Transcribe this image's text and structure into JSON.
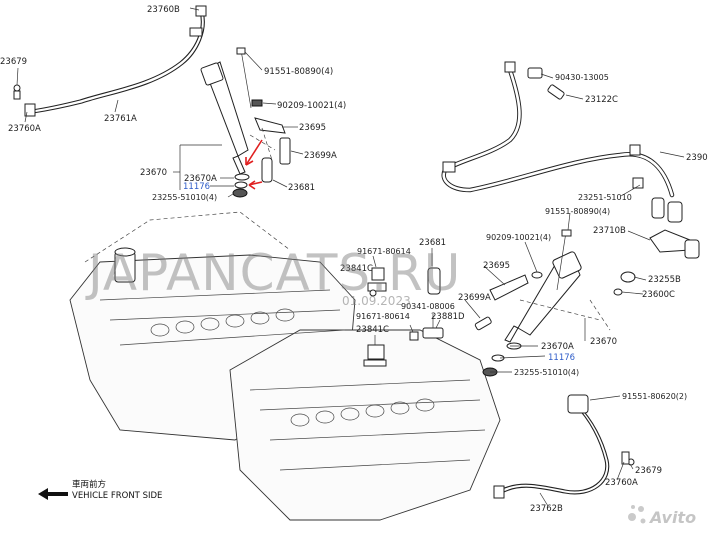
{
  "labels": [
    {
      "id": "23760B-top",
      "text": "23760B"
    },
    {
      "id": "23679-left",
      "text": "23679"
    },
    {
      "id": "23760A-left",
      "text": "23760A"
    },
    {
      "id": "23761A",
      "text": "23761A"
    },
    {
      "id": "91551-80890-top",
      "text": "91551-80890(4)"
    },
    {
      "id": "90209-10021-top",
      "text": "90209-10021(4)"
    },
    {
      "id": "23695-top",
      "text": "23695"
    },
    {
      "id": "23699A-top",
      "text": "23699A"
    },
    {
      "id": "23670-top",
      "text": "23670"
    },
    {
      "id": "23670A-top",
      "text": "23670A"
    },
    {
      "id": "11176-top",
      "text": "11176"
    },
    {
      "id": "23681-top",
      "text": "23681"
    },
    {
      "id": "23255-51010-top",
      "text": "23255-51010(4)"
    },
    {
      "id": "90430-13005",
      "text": "90430-13005"
    },
    {
      "id": "23122C",
      "text": "23122C"
    },
    {
      "id": "2390x",
      "text": "2390"
    },
    {
      "id": "23251-51010",
      "text": "23251-51010"
    },
    {
      "id": "91551-80890-right",
      "text": "91551-80890(4)"
    },
    {
      "id": "23710B",
      "text": "23710B"
    },
    {
      "id": "23255B",
      "text": "23255B"
    },
    {
      "id": "23600C",
      "text": "23600C"
    },
    {
      "id": "90209-10021-mid",
      "text": "90209-10021(4)"
    },
    {
      "id": "23681-mid",
      "text": "23681"
    },
    {
      "id": "91671-80614-a",
      "text": "91671-80614"
    },
    {
      "id": "23841C-a",
      "text": "23841C"
    },
    {
      "id": "23695-mid",
      "text": "23695"
    },
    {
      "id": "23699A-mid",
      "text": "23699A"
    },
    {
      "id": "90341-08006",
      "text": "90341-08006"
    },
    {
      "id": "91671-80614-b",
      "text": "91671-80614"
    },
    {
      "id": "23881D",
      "text": "23881D"
    },
    {
      "id": "23841C-b",
      "text": "23841C"
    },
    {
      "id": "23670A-mid",
      "text": "23670A"
    },
    {
      "id": "23670-mid",
      "text": "23670"
    },
    {
      "id": "11176-mid",
      "text": "11176"
    },
    {
      "id": "23255-51010-mid",
      "text": "23255-51010(4)"
    },
    {
      "id": "91551-80620",
      "text": "91551-80620(2)"
    },
    {
      "id": "23679-right",
      "text": "23679"
    },
    {
      "id": "23760A-right",
      "text": "23760A"
    },
    {
      "id": "23762B",
      "text": "23762B"
    }
  ],
  "footer": {
    "japanese_label": "車両前方",
    "english_label": "VEHICLE FRONT SIDE"
  },
  "watermark": {
    "site": "JAPANCATS.RU",
    "date": "01.09.2023"
  },
  "logo": {
    "text": "Avito"
  },
  "colors": {
    "part_number_blue": "#2e5cc8",
    "arrow_red": "#e02020"
  }
}
